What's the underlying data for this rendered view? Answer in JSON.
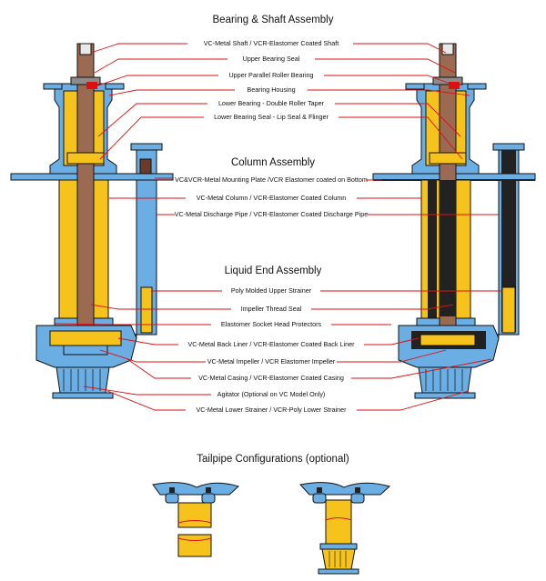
{
  "headings": {
    "bearing_shaft": "Bearing & Shaft Assembly",
    "column": "Column Assembly",
    "liquid_end": "Liquid End Assembly",
    "tailpipe": "Tailpipe Configurations (optional)"
  },
  "labels": {
    "shaft": "VC-Metal Shaft / VCR-Elastomer Coated Shaft",
    "upper_bearing_seal": "Upper Bearing Seal",
    "upper_roller_bearing": "Upper Parallel Roller Bearing",
    "bearing_housing": "Bearing Housing",
    "lower_bearing": "Lower Bearing - Double Roller Taper",
    "lower_bearing_seal": "Lower Bearing Seal - Lip Seal & Flinger",
    "mounting_plate": "VC&VCR-Metal Mounting Plate /VCR Elastomer coated on Bottom",
    "column": "VC-Metal Column / VCR-Elastomer Coated Column",
    "discharge_pipe": "VC-Metal Discharge Pipe / VCR-Elastomer Coated Discharge Pipe",
    "upper_strainer": "Poly Molded Upper Strainer",
    "impeller_thread_seal": "Impeller Thread Seal",
    "socket_head_protectors": "Elastomer Socket Head Protectors",
    "back_liner": "VC-Metal Back Liner / VCR-Elastomer Coated Back Liner",
    "impeller": "VC-Metal Impeller / VCR Elastomer Impeller",
    "casing": "VC-Metal Casing / VCR-Elastomer Coated Casing",
    "agitator": "Agitator (Optional on VC Model Only)",
    "lower_strainer": "VC-Metal Lower Strainer / VCR-Poly Lower Strainer"
  },
  "colors": {
    "yellow": "#f6c31c",
    "blue": "#6aaee3",
    "shaft": "#9a6a52",
    "dark": "#222222",
    "leader": "#dd1111"
  }
}
